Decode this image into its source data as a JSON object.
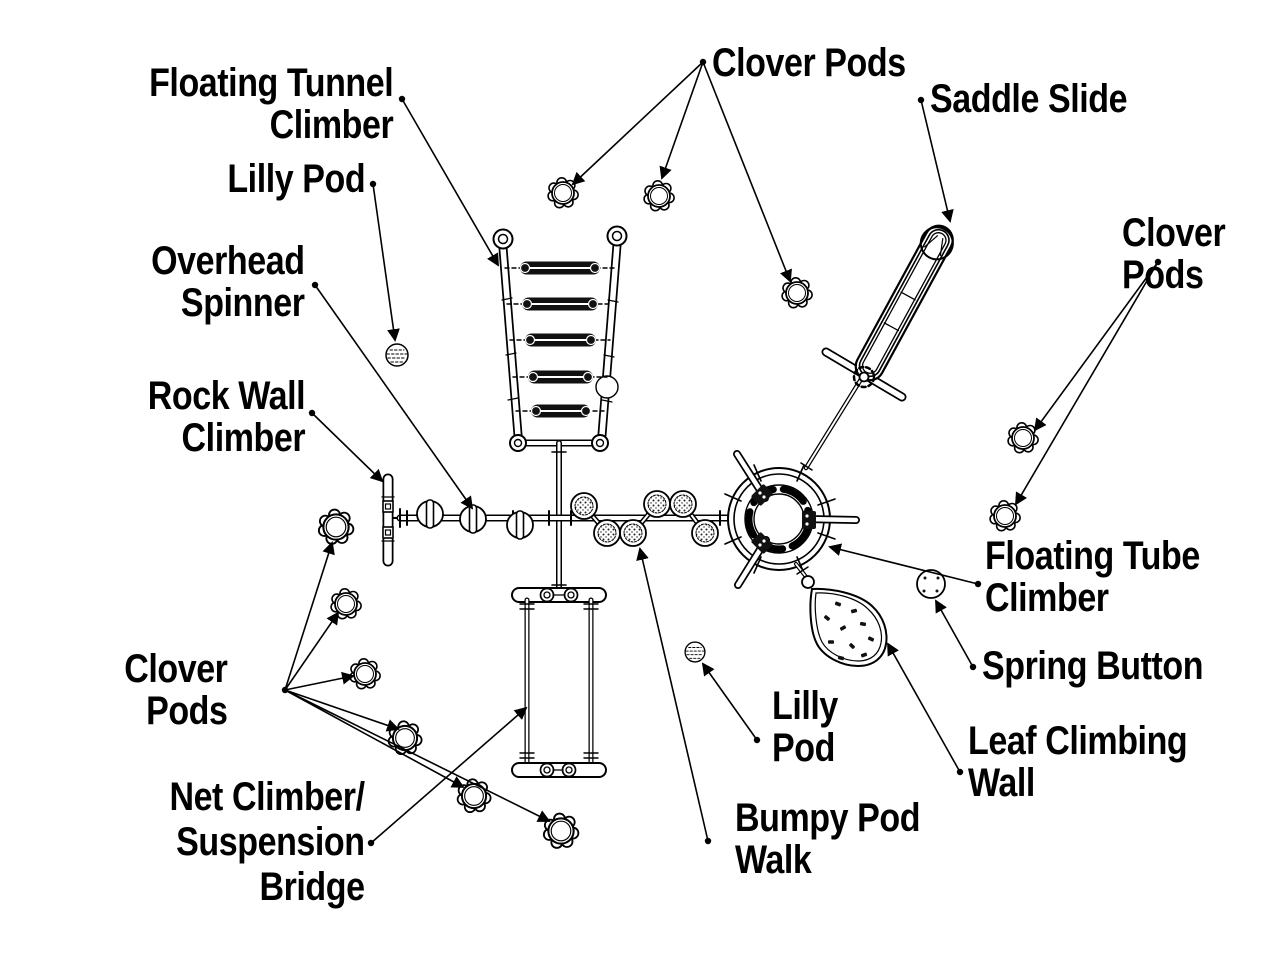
{
  "colors": {
    "ink": "#000000",
    "background": "#ffffff"
  },
  "labels": {
    "floating_tunnel_climber": {
      "lines": [
        "Floating Tunnel",
        "Climber"
      ]
    },
    "lilly_pod_top": {
      "lines": [
        "Lilly Pod"
      ]
    },
    "overhead_spinner": {
      "lines": [
        "Overhead",
        "Spinner"
      ]
    },
    "rock_wall_climber": {
      "lines": [
        "Rock Wall",
        "Climber"
      ]
    },
    "clover_pods_top": {
      "lines": [
        "Clover Pods"
      ]
    },
    "saddle_slide": {
      "lines": [
        "Saddle Slide"
      ]
    },
    "clover_pods_right": {
      "lines": [
        "Clover",
        "Pods"
      ]
    },
    "floating_tube_climber": {
      "lines": [
        "Floating Tube",
        "Climber"
      ]
    },
    "spring_button": {
      "lines": [
        "Spring Button"
      ]
    },
    "leaf_climbing_wall": {
      "lines": [
        "Leaf Climbing",
        "Wall"
      ]
    },
    "lilly_pod_bottom": {
      "lines": [
        "Lilly",
        "Pod"
      ]
    },
    "bumpy_pod_walk": {
      "lines": [
        "Bumpy Pod",
        "Walk"
      ]
    },
    "clover_pods_left": {
      "lines": [
        "Clover",
        "Pods"
      ]
    },
    "net_climber_suspension_bridge": {
      "lines": [
        "Net Climber/",
        "Suspension",
        "Bridge"
      ]
    }
  }
}
